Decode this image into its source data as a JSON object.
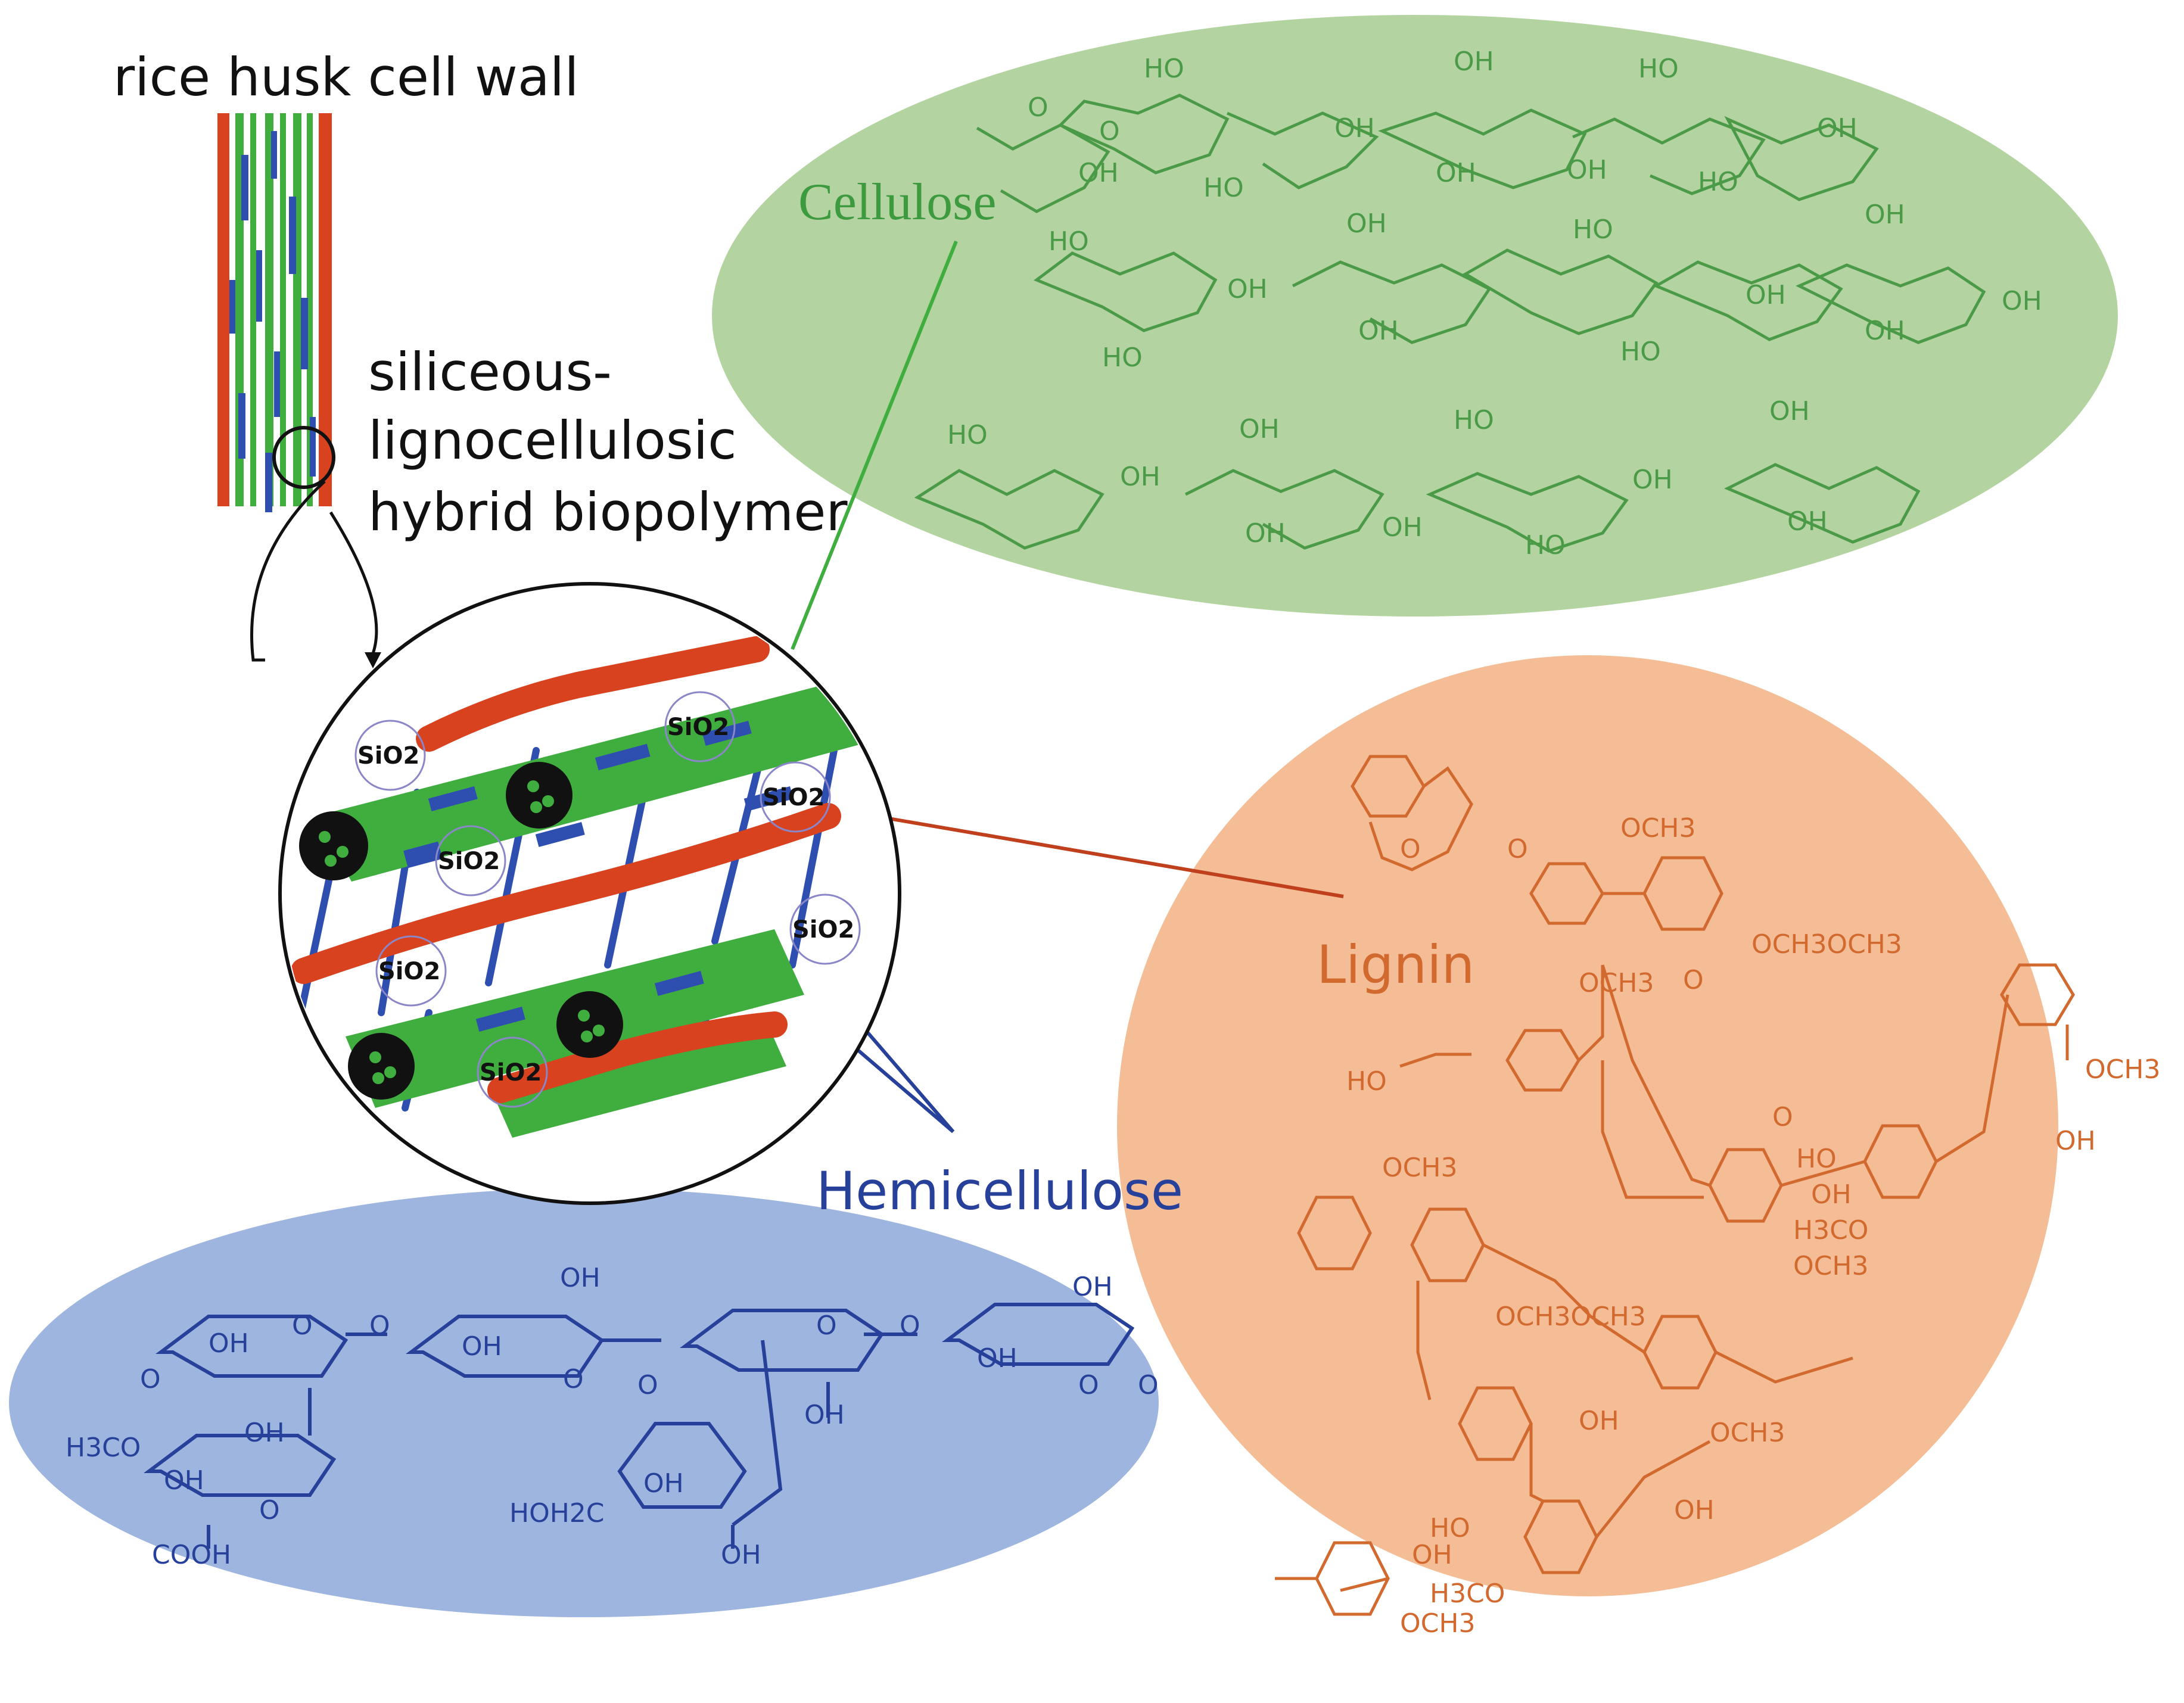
{
  "labels": {
    "cell_wall": "rice husk cell wall",
    "hybrid_line1": "siliceous-",
    "hybrid_line2": "lignocellulosic",
    "hybrid_line3": "hybrid biopolymer",
    "cellulose": "Cellulose",
    "lignin": "Lignin",
    "hemicellulose": "Hemicellulose",
    "sio2": "SiO2"
  },
  "cellulose_groups": {
    "oh": "OH",
    "ho": "HO",
    "o": "O"
  },
  "lignin_groups": {
    "och3": "OCH3",
    "och3och3": "OCH3OCH3",
    "ho": "HO",
    "oh": "OH",
    "h3co": "H3CO",
    "o": "O"
  },
  "hemicellulose_groups": {
    "oh": "OH",
    "o": "O",
    "h3co": "H3CO",
    "cooh": "COOH",
    "hoh2c": "HOH2C"
  },
  "colors": {
    "cellulose_fill": "#b3d4a0",
    "cellulose_ink": "#3e9a3e",
    "lignin_fill": "#f4bd96",
    "lignin_ink": "#d2692e",
    "hemicellulose_fill": "#9eb5df",
    "hemicellulose_ink": "#27409a",
    "fiber_green": "#3fae3f",
    "fiber_red": "#d8421f",
    "fiber_blue": "#2f4fb0"
  }
}
